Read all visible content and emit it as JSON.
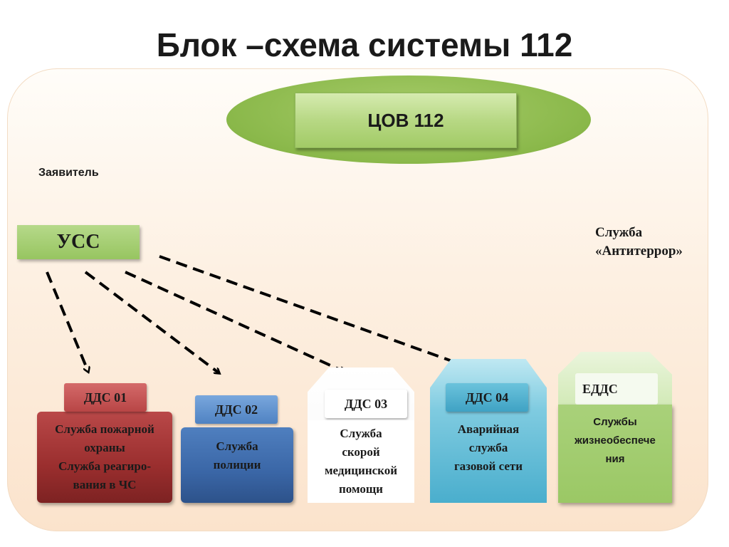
{
  "title": "Блок –схема системы 112",
  "center": {
    "label": "ЦОВ 112"
  },
  "applicant": "Заявитель",
  "ucc": "УСС",
  "antiterror": [
    "Служба",
    "«Антитеррор»"
  ],
  "services": [
    {
      "tab": "ДДС 01",
      "lines": [
        "Служба пожарной",
        "охраны",
        "Служба реагиро-",
        "вания в ЧС"
      ],
      "color": "#9a2e2e"
    },
    {
      "tab": "ДДС 02",
      "lines": [
        "Служба",
        "полиции"
      ],
      "color": "#3a66a6"
    },
    {
      "tab": "ДДС 03",
      "lines": [
        "Служба",
        "скорой",
        "медицинской",
        "помощи"
      ],
      "color": "#ffffff"
    },
    {
      "tab": "ДДС 04",
      "lines": [
        "Аварийная",
        "служба",
        "газовой сети"
      ],
      "color": "#4aaecd"
    },
    {
      "tab": "ЕДДС",
      "lines": [
        "Службы",
        "жизнеобеспече",
        "ния"
      ],
      "color": "#9bc865"
    }
  ]
}
